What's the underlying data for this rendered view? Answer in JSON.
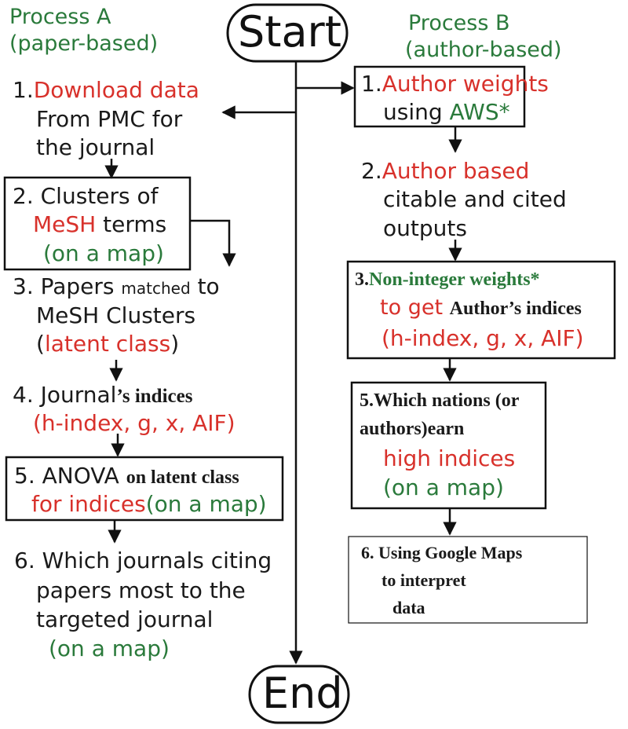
{
  "terminals": {
    "start": "Start",
    "end": "End"
  },
  "process_a": {
    "title": "Process A",
    "subtitle": "(paper-based)",
    "step1": {
      "num": "1.",
      "title": "Download data",
      "line2": "From PMC for",
      "line3": "the journal"
    },
    "step2": {
      "line1": "2. Clusters of",
      "mesh": "MeSH",
      "terms": " terms",
      "map": "(on a map)"
    },
    "step3": {
      "num": "3. Papers ",
      "matched": "matched",
      "to": " to",
      "line2": "MeSH Clusters",
      "paren_open": "(",
      "latent": "latent class",
      "paren_close": ")"
    },
    "step4": {
      "a": "4. Journal",
      "b": "’s indices",
      "line2": "(h-index, g, x, ",
      "aif": "AIF",
      "close": ")"
    },
    "step5": {
      "a": "5. ANOVA ",
      "b": "on latent class",
      "c": "for indices",
      "d": "(on a map)"
    },
    "step6": {
      "line1": "6. Which journals citing",
      "line2": "papers most to the",
      "line3": "targeted journal",
      "map": "(on a map)"
    }
  },
  "process_b": {
    "title": "Process B",
    "subtitle": "(author-based)",
    "step1": {
      "num": "1.",
      "title": "Author weights",
      "using": "using ",
      "aws": "AWS*"
    },
    "step2": {
      "num": "2.",
      "title": "Author based",
      "line2": "citable and cited",
      "line3": "outputs"
    },
    "step3": {
      "num": "3.",
      "title": "Non-integer weights*",
      "toget": "to get ",
      "authors": "Author’s indices",
      "line3": "(h-index, g, x, AIF)"
    },
    "step5": {
      "line1": "5.Which nations (or",
      "line2": "authors)earn",
      "line3": "high indices",
      "map": "(on a map)"
    },
    "step6": {
      "line1": "6. Using Google Maps",
      "line2": "to interpret",
      "line3": "data"
    }
  }
}
